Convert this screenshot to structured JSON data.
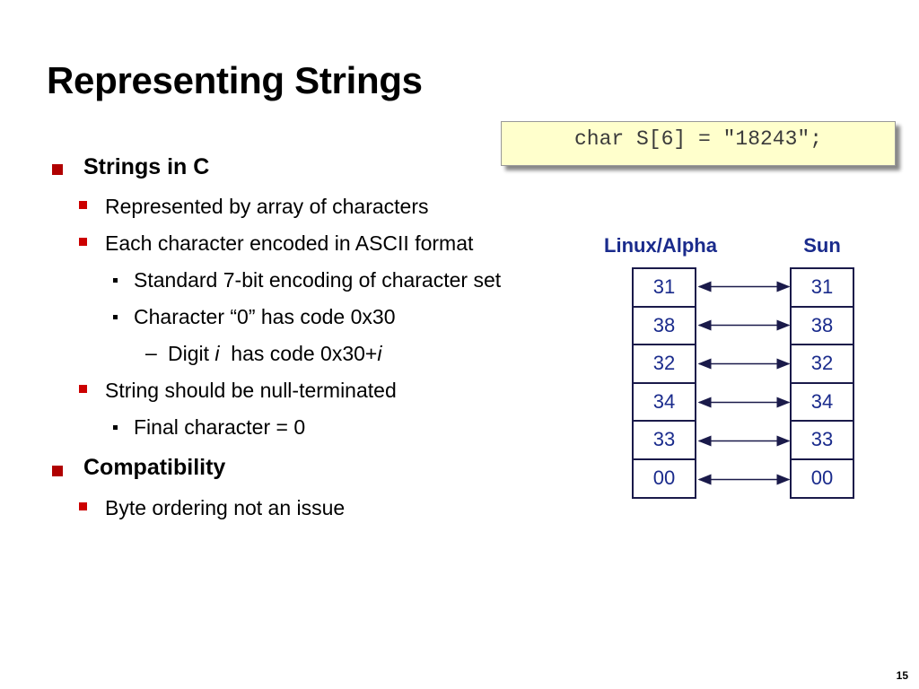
{
  "slide": {
    "title": "Representing Strings",
    "code": "char S[6] = \"18243\";",
    "page_number": "15"
  },
  "bullets": {
    "strings_in_c": "Strings in C",
    "represented": "Represented by array of characters",
    "each_char": "Each character encoded in ASCII format",
    "standard_7bit": "Standard 7-bit encoding of character set",
    "char_zero": "Character “0” has code 0x30",
    "digit_pre": "Digit ",
    "digit_i": "i",
    "digit_mid": "  has code 0x30+",
    "digit_i2": "i",
    "null_term": "String should be null-terminated",
    "final_char": "Final character = 0",
    "compatibility": "Compatibility",
    "byte_order": "Byte ordering not an issue"
  },
  "diagram": {
    "left_header": "Linux/Alpha",
    "right_header": "Sun",
    "left_cells": [
      "31",
      "38",
      "32",
      "34",
      "33",
      "00"
    ],
    "right_cells": [
      "31",
      "38",
      "32",
      "34",
      "33",
      "00"
    ]
  },
  "colors": {
    "bullet_red": "#b00000",
    "diagram_blue": "#1a2b8c",
    "code_bg": "#ffffcc"
  }
}
